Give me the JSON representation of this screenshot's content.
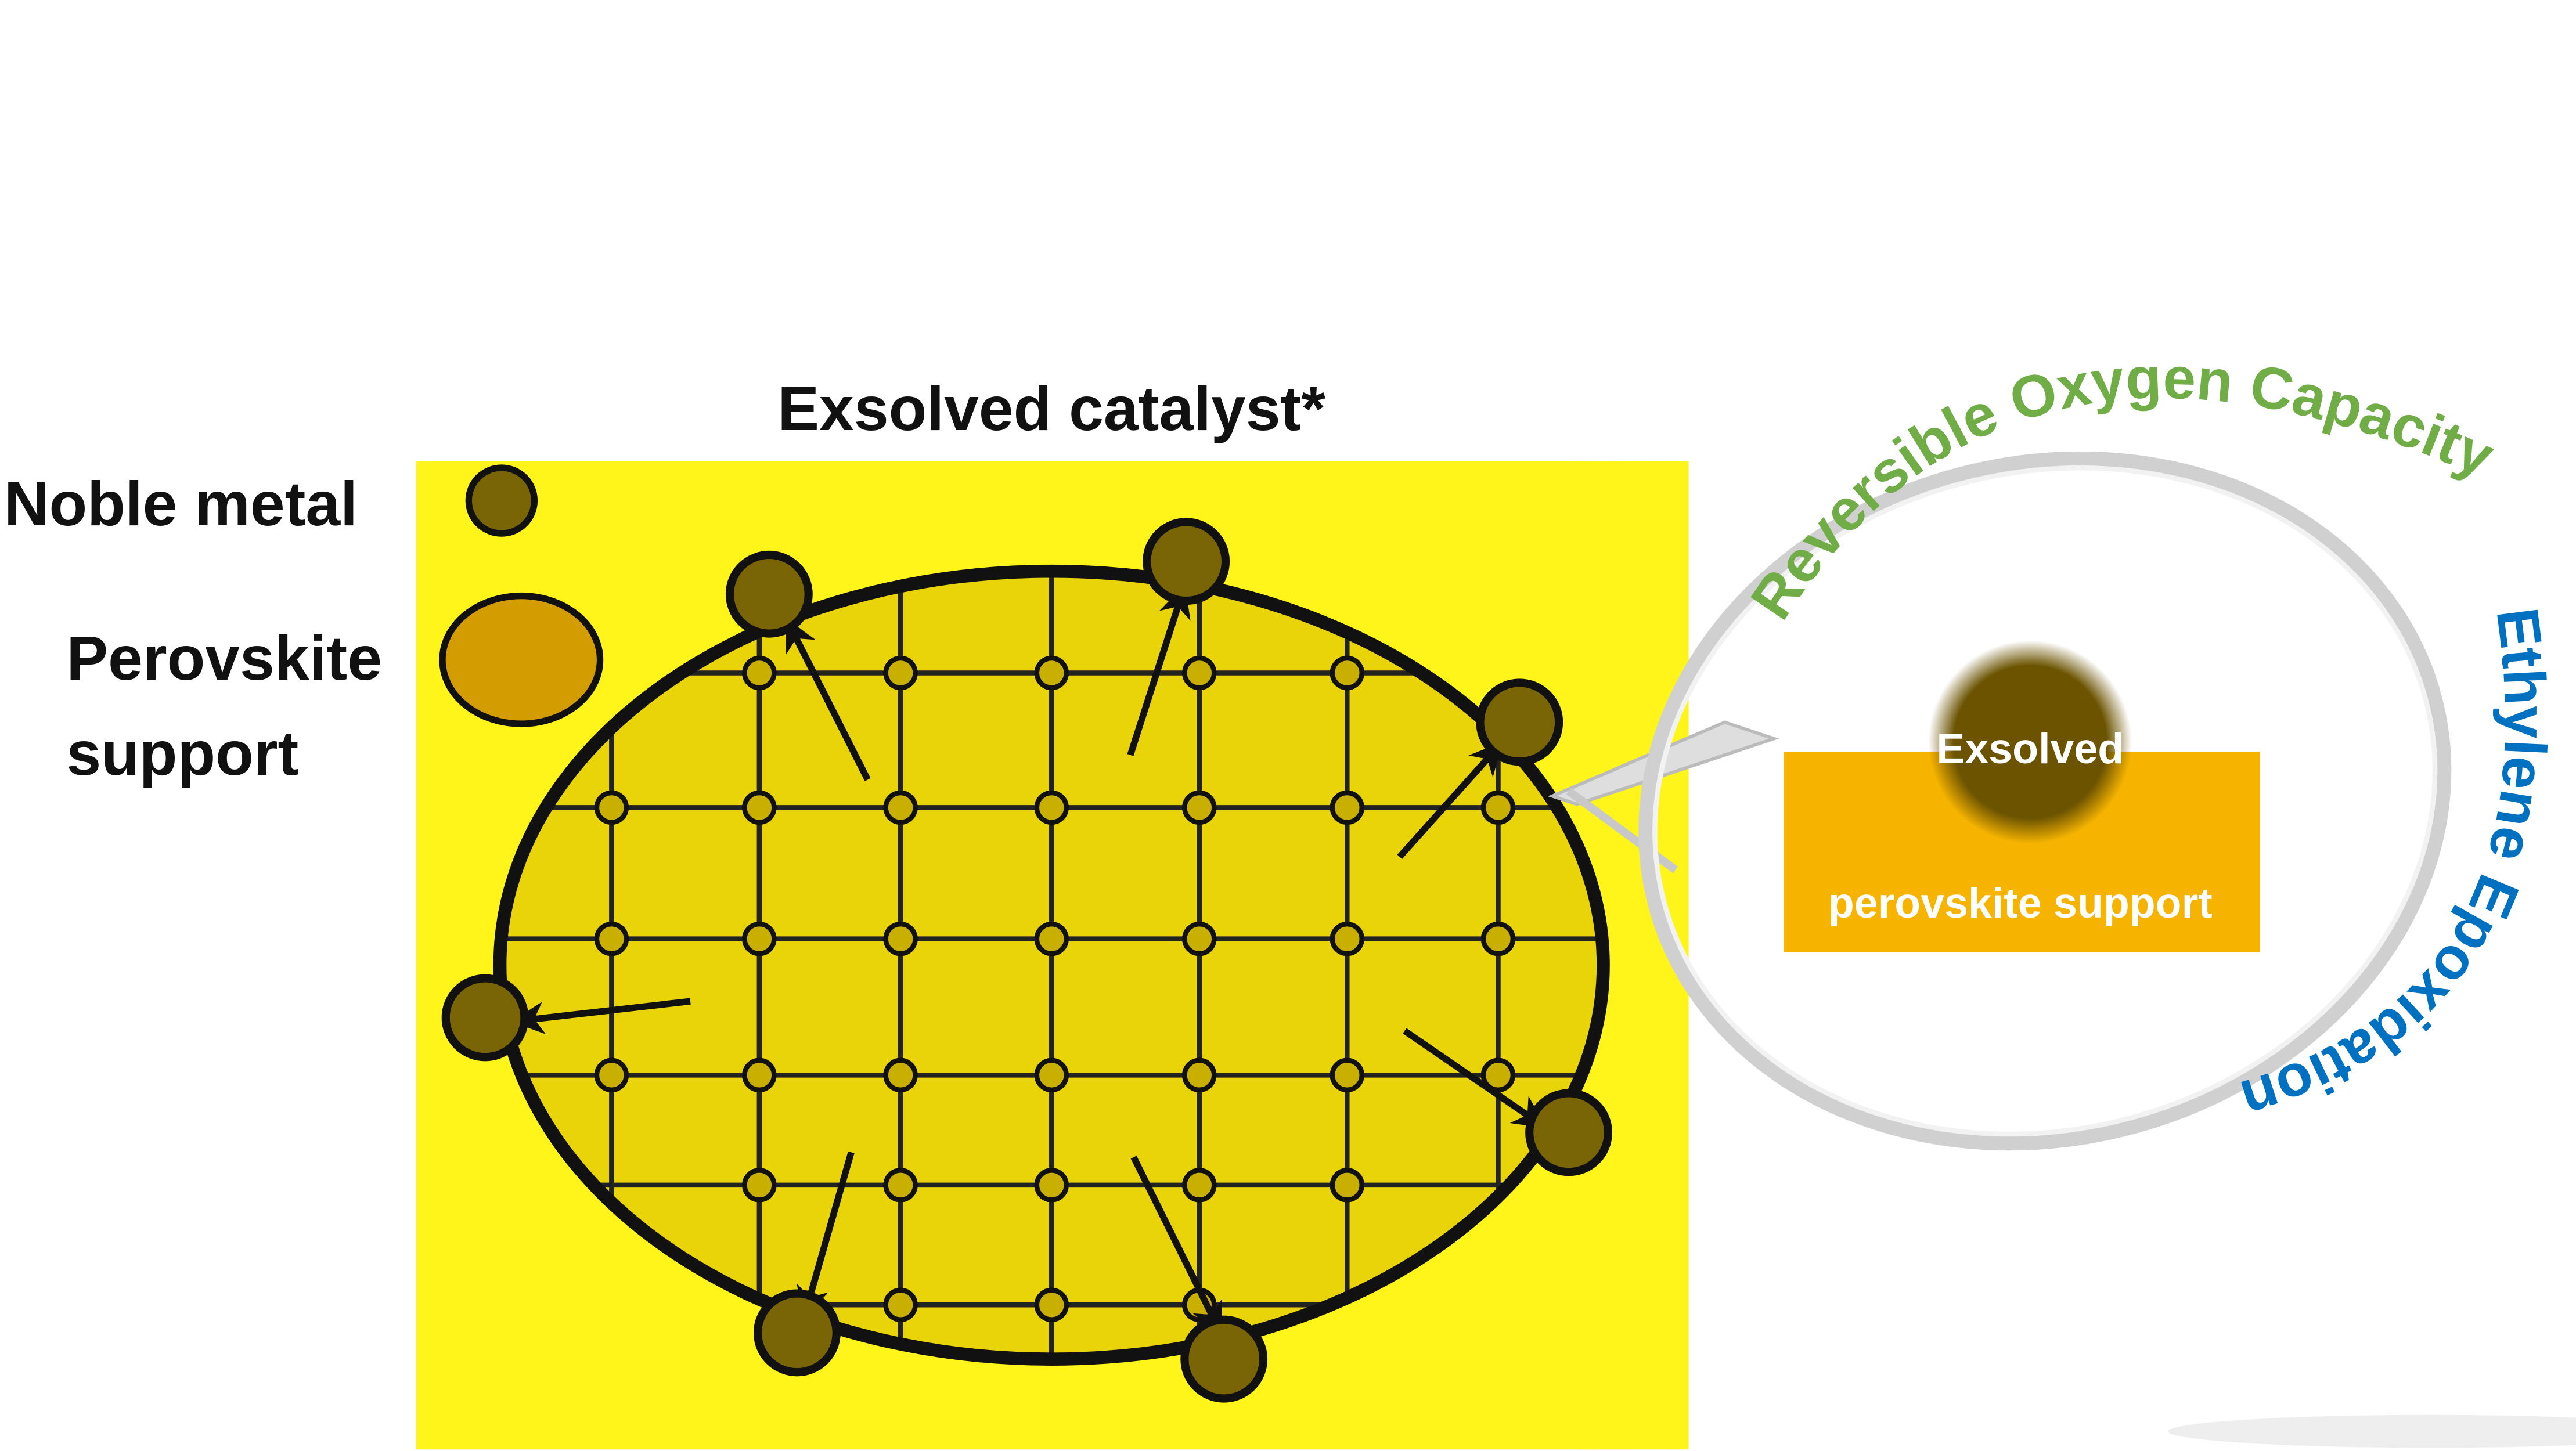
{
  "title": "Exsolved catalyst*",
  "legend": {
    "noble_metal": "Noble metal",
    "perovskite_line1": "Perovskite",
    "perovskite_line2": "support"
  },
  "inset": {
    "particle_label": "Exsolved",
    "support_label": "perovskite support"
  },
  "arcs": {
    "top": "Reversible Oxygen Capacity",
    "right": "Ethylene Epoxidation"
  },
  "colors": {
    "background_box": "#fff51a",
    "ellipse_fill": "#e9d40a",
    "noble_metal": "#7a6506",
    "perovskite": "#d39c00",
    "inset_support": "#f6b400",
    "green_text": "#70ad47",
    "blue_text": "#0070c0"
  }
}
